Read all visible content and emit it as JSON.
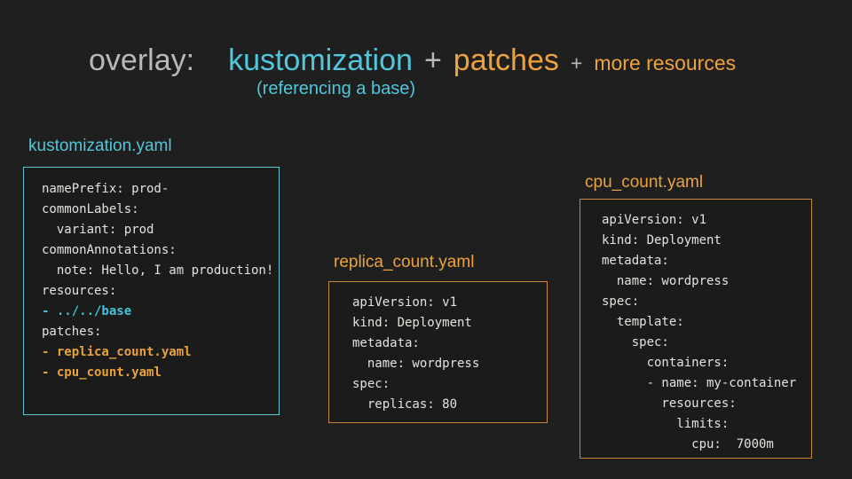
{
  "title": {
    "overlay_label": "overlay:",
    "kustomization_label": "kustomization",
    "plus_1": "+",
    "patches_label": "patches",
    "plus_2": "+",
    "more_resources_label": "more resources",
    "subtitle": "(referencing a base)"
  },
  "colors": {
    "background": "#1f1f1f",
    "cyan_accent": "#4fc8dc",
    "orange_accent": "#eda33d",
    "gray_text": "#b9b9b9",
    "code_text": "#e4e2dc",
    "cyan_border": "#62c4cc",
    "orange_border": "#c6883b"
  },
  "boxes": [
    {
      "label": "kustomization.yaml",
      "accent": "cyan",
      "lines": [
        {
          "text": "namePrefix: prod-",
          "hl": "none"
        },
        {
          "text": "commonLabels:",
          "hl": "none"
        },
        {
          "text": "  variant: prod",
          "hl": "none"
        },
        {
          "text": "commonAnnotations:",
          "hl": "none"
        },
        {
          "text": "  note: Hello, I am production!",
          "hl": "none"
        },
        {
          "text": "resources:",
          "hl": "none"
        },
        {
          "text": "- ../../base",
          "hl": "cyan"
        },
        {
          "text": "patches:",
          "hl": "none"
        },
        {
          "text": "- replica_count.yaml",
          "hl": "orange"
        },
        {
          "text": "- cpu_count.yaml",
          "hl": "orange"
        }
      ]
    },
    {
      "label": "replica_count.yaml",
      "accent": "orange",
      "lines": [
        {
          "text": "apiVersion: v1",
          "hl": "none"
        },
        {
          "text": "kind: Deployment",
          "hl": "none"
        },
        {
          "text": "metadata:",
          "hl": "none"
        },
        {
          "text": "  name: wordpress",
          "hl": "none"
        },
        {
          "text": "spec:",
          "hl": "none"
        },
        {
          "text": "  replicas: 80",
          "hl": "none"
        }
      ]
    },
    {
      "label": "cpu_count.yaml",
      "accent": "orange",
      "lines": [
        {
          "text": "apiVersion: v1",
          "hl": "none"
        },
        {
          "text": "kind: Deployment",
          "hl": "none"
        },
        {
          "text": "metadata:",
          "hl": "none"
        },
        {
          "text": "  name: wordpress",
          "hl": "none"
        },
        {
          "text": "spec:",
          "hl": "none"
        },
        {
          "text": "  template:",
          "hl": "none"
        },
        {
          "text": "    spec:",
          "hl": "none"
        },
        {
          "text": "      containers:",
          "hl": "none"
        },
        {
          "text": "      - name: my-container",
          "hl": "none"
        },
        {
          "text": "        resources:",
          "hl": "none"
        },
        {
          "text": "          limits:",
          "hl": "none"
        },
        {
          "text": "            cpu:  7000m",
          "hl": "none"
        }
      ]
    }
  ]
}
